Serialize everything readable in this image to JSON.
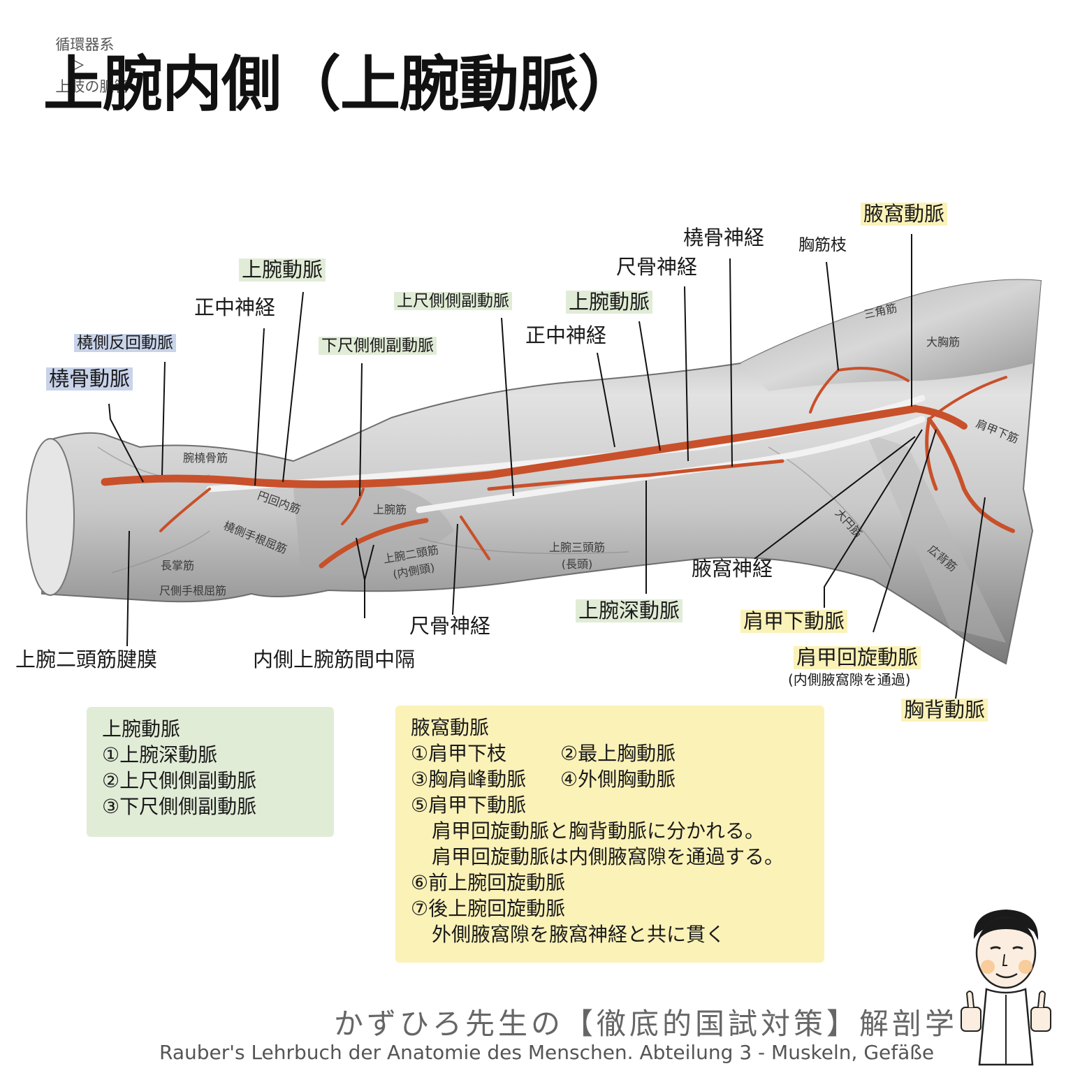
{
  "breadcrumb": {
    "section": "循環器系",
    "separator": "＞",
    "page": "上肢の脈管"
  },
  "title": "上腕内側（上腕動脈）",
  "labels": {
    "brachial_a_left": "上腕動脈",
    "median_n_left": "正中神経",
    "radial_recurrent_a": "橈側反回動脈",
    "radial_a": "橈骨動脈",
    "inferior_ulnar_collateral_a": "下尺側側副動脈",
    "superior_ulnar_collateral_a": "上尺側側副動脈",
    "brachial_a_right": "上腕動脈",
    "median_n_right": "正中神経",
    "ulnar_n_top": "尺骨神経",
    "radial_n": "橈骨神経",
    "pectoral_branch": "胸筋枝",
    "axillary_a": "腋窩動脈",
    "bicipital_aponeurosis": "上腕二頭筋腱膜",
    "medial_intermuscular_septum": "内側上腕筋間中隔",
    "ulnar_n_bottom": "尺骨神経",
    "deep_brachial_a": "上腕深動脈",
    "axillary_n": "腋窩神経",
    "subscapular_a": "肩甲下動脈",
    "circumflex_scapular_a": "肩甲回旋動脈",
    "circumflex_scapular_note": "(内側腋窩隙を通過)",
    "thoracodorsal_a": "胸背動脈"
  },
  "muscles": {
    "brachioradialis": "腕橈骨筋",
    "pronator_teres": "円回内筋",
    "flexor_carpi_radialis": "橈側手根屈筋",
    "palmaris_longus": "長掌筋",
    "flexor_carpi_ulnaris": "尺側手根屈筋",
    "brachialis": "上腕筋",
    "biceps_medial": "上腕二頭筋",
    "biceps_medial_note": "(内側頭)",
    "triceps_long": "上腕三頭筋",
    "triceps_long_note": "(長頭)",
    "teres_major": "大円筋",
    "latissimus": "広背筋",
    "deltoid": "三角筋",
    "pectoralis_major": "大胸筋",
    "subscapularis": "肩甲下筋"
  },
  "box_brachial": {
    "heading": "上腕動脈",
    "items": [
      "①上腕深動脈",
      "②上尺側側副動脈",
      "③下尺側側副動脈"
    ]
  },
  "box_axillary": {
    "heading": "腋窩動脈",
    "row1_a": "①肩甲下枝",
    "row1_b": "②最上胸動脈",
    "row2_a": "③胸肩峰動脈",
    "row2_b": "④外側胸動脈",
    "item5": "⑤肩甲下動脈",
    "item5_note1": "肩甲回旋動脈と胸背動脈に分かれる。",
    "item5_note2": "肩甲回旋動脈は内側腋窩隙を通過する。",
    "item6": "⑥前上腕回旋動脈",
    "item7": "⑦後上腕回旋動脈",
    "item7_note": "外側腋窩隙を腋窩神経と共に貫く"
  },
  "footer": {
    "series": "かずひろ先生の【徹底的国試対策】解剖学",
    "source": "Rauber's Lehrbuch der Anatomie des Menschen. Abteilung 3 - Muskeln, Gefäße"
  },
  "colors": {
    "artery": "#c8502a",
    "muscle": "#cfcfcf",
    "green_hl": "#e1ecd7",
    "blue_hl": "#c9d3ea",
    "yellow_hl": "#fbf2b8"
  }
}
